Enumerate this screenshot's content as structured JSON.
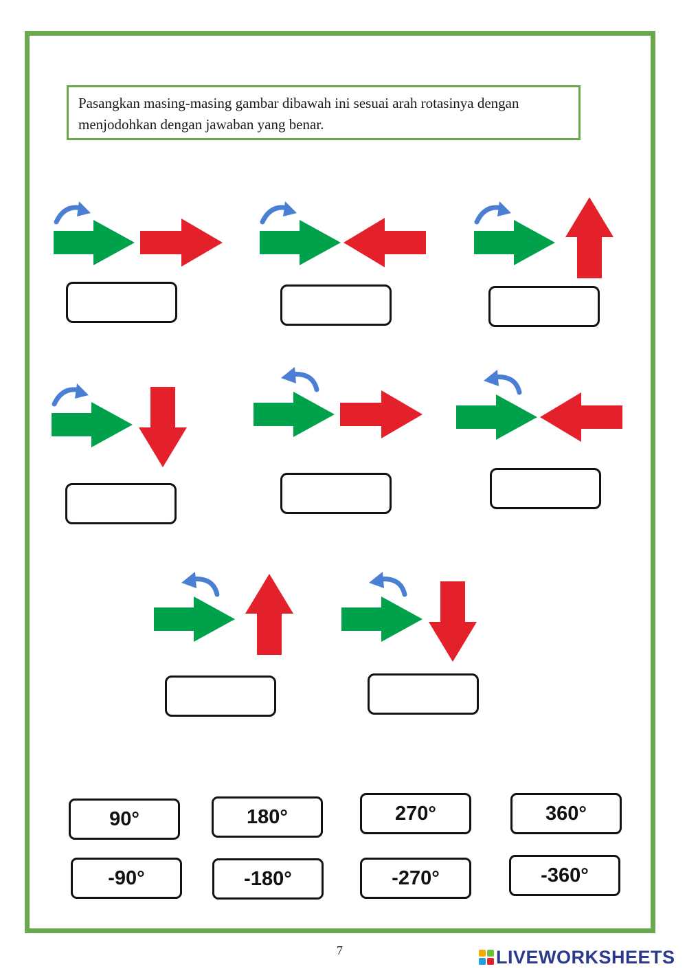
{
  "instruction": "Pasangkan masing-masing gambar dibawah ini sesuai arah rotasinya dengan menjodohkan dengan jawaban yang benar.",
  "colors": {
    "frame": "#6aa84f",
    "green_arrow": "#00a14b",
    "red_arrow": "#e4202a",
    "rotation_arrow": "#4a7fd4"
  },
  "exercises": [
    {
      "rotation": "clockwise",
      "red_direction": "right",
      "answer": ""
    },
    {
      "rotation": "clockwise",
      "red_direction": "left",
      "answer": ""
    },
    {
      "rotation": "clockwise",
      "red_direction": "up",
      "answer": ""
    },
    {
      "rotation": "clockwise",
      "red_direction": "down",
      "answer": ""
    },
    {
      "rotation": "counterclockwise",
      "red_direction": "right",
      "answer": ""
    },
    {
      "rotation": "counterclockwise",
      "red_direction": "left",
      "answer": ""
    },
    {
      "rotation": "counterclockwise",
      "red_direction": "up",
      "answer": ""
    },
    {
      "rotation": "counterclockwise",
      "red_direction": "down",
      "answer": ""
    }
  ],
  "options": [
    "90°",
    "180°",
    "270°",
    "360°",
    "-90°",
    "-180°",
    "-270°",
    "-360°"
  ],
  "page_number": "7",
  "footer_logo": "LIVEWORKSHEETS"
}
